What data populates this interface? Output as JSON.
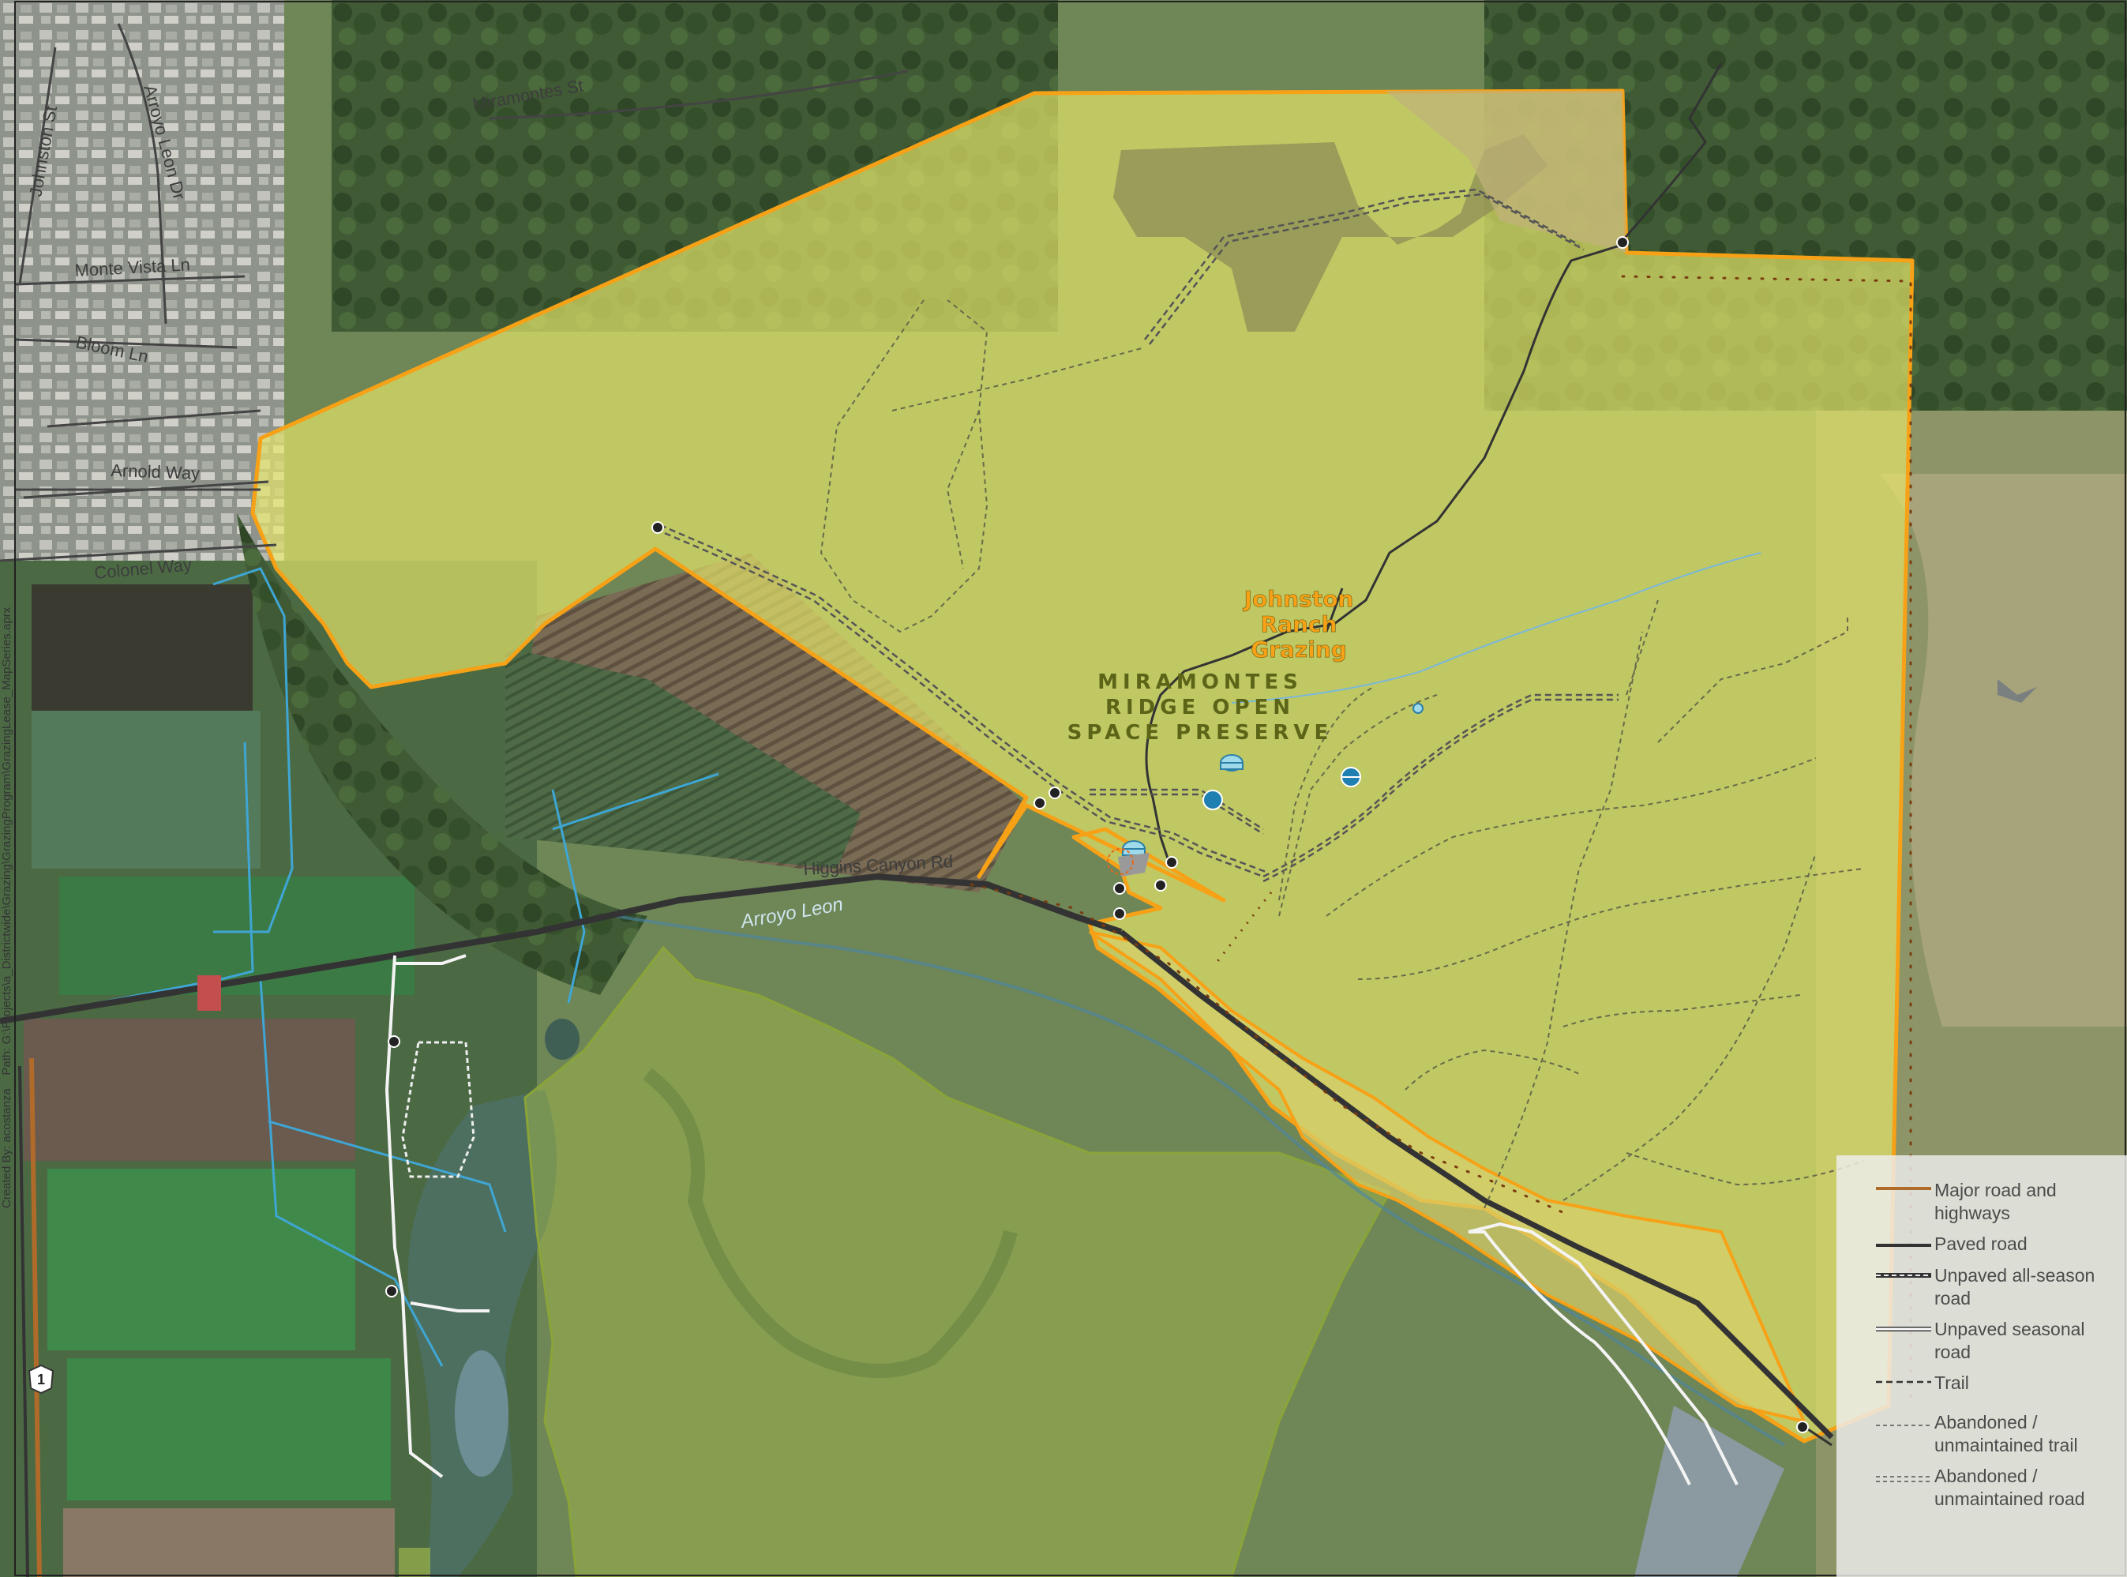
{
  "map": {
    "property_name": [
      "Johnston",
      "Ranch",
      "Grazing"
    ],
    "preserve_name": [
      "MIRAMONTES",
      "RIDGE OPEN",
      "SPACE PRESERVE"
    ],
    "streets": {
      "miramontes": "Miramontes St",
      "johnston": "Johnston St",
      "arroyo_leon_dr": "Arroyo Leon Dr",
      "monte_vista": "Monte Vista Ln",
      "bloom": "Bloom Ln",
      "arnold": "Arnold Way",
      "colonel": "Colonel Way",
      "higgins": "Higgins Canyon Rd"
    },
    "water_label": "Arroyo Leon",
    "route_number": "1",
    "credit": "Created By: acostanza    Path: G:\\Projects\\a_Districtwide\\Grazing\\GrazingProgram\\GrazingLease_MapSeries.aprx",
    "colors": {
      "property_fill": "#e8e86a",
      "property_outline": "#f6a116",
      "preserve_fill": "#9bb34a",
      "creek": "#3fa6d4",
      "major_road": "#b06a2a"
    }
  },
  "legend": {
    "items": [
      {
        "label": "Major road and highways",
        "symbol": "major-road"
      },
      {
        "label": "Paved road",
        "symbol": "paved-road"
      },
      {
        "label": "Unpaved all-season road",
        "symbol": "unpaved-all-season"
      },
      {
        "label": "Unpaved seasonal road",
        "symbol": "unpaved-seasonal"
      },
      {
        "label": "Trail",
        "symbol": "trail"
      },
      {
        "label": "Abandoned / unmaintained trail",
        "symbol": "abandoned-trail"
      },
      {
        "label": "Abandoned / unmaintained road",
        "symbol": "abandoned-road"
      }
    ]
  }
}
